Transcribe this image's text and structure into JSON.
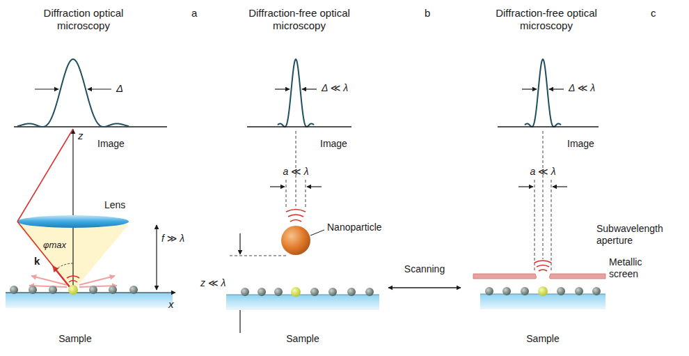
{
  "diagram": {
    "labels": [
      "Diffraction optical microscopy",
      "a",
      "Diffraction-free optical microscopy",
      "b",
      "Diffraction-free optical microscopy",
      "c",
      "Δ",
      "Δ ≪ λ",
      "Δ ≪ λ",
      "z",
      "Image",
      "Image",
      "Image",
      "a ≪ λ",
      "a ≪ λ",
      "Subwavelength aperture",
      "Lens",
      "f ≫ λ",
      "Nanoparticle",
      "Metallic screen",
      "φmax",
      "k",
      "Scanning",
      "z ≪ λ",
      "x",
      "Sample",
      "Sample",
      "Sample"
    ]
  }
}
